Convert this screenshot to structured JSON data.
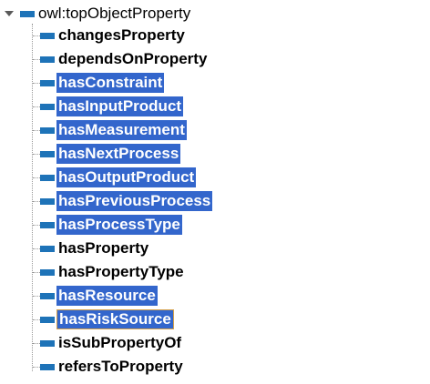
{
  "tree": {
    "root": {
      "label": "owl:topObjectProperty",
      "icon": "object-property-icon",
      "expanded": true
    },
    "colors": {
      "icon": "#1e73b8",
      "selection_bg": "#3366cc",
      "selection_text": "#ffffff",
      "focus_border": "#d4a04a"
    },
    "children": [
      {
        "label": "changesProperty",
        "selected": false
      },
      {
        "label": "dependsOnProperty",
        "selected": false
      },
      {
        "label": "hasConstraint",
        "selected": true
      },
      {
        "label": "hasInputProduct",
        "selected": true
      },
      {
        "label": "hasMeasurement",
        "selected": true
      },
      {
        "label": "hasNextProcess",
        "selected": true
      },
      {
        "label": "hasOutputProduct",
        "selected": true
      },
      {
        "label": "hasPreviousProcess",
        "selected": true
      },
      {
        "label": "hasProcessType",
        "selected": true
      },
      {
        "label": "hasProperty",
        "selected": false
      },
      {
        "label": "hasPropertyType",
        "selected": false
      },
      {
        "label": "hasResource",
        "selected": true
      },
      {
        "label": "hasRiskSource",
        "selected": true,
        "focused": true
      },
      {
        "label": "isSubPropertyOf",
        "selected": false
      },
      {
        "label": "refersToProperty",
        "selected": false
      }
    ]
  }
}
